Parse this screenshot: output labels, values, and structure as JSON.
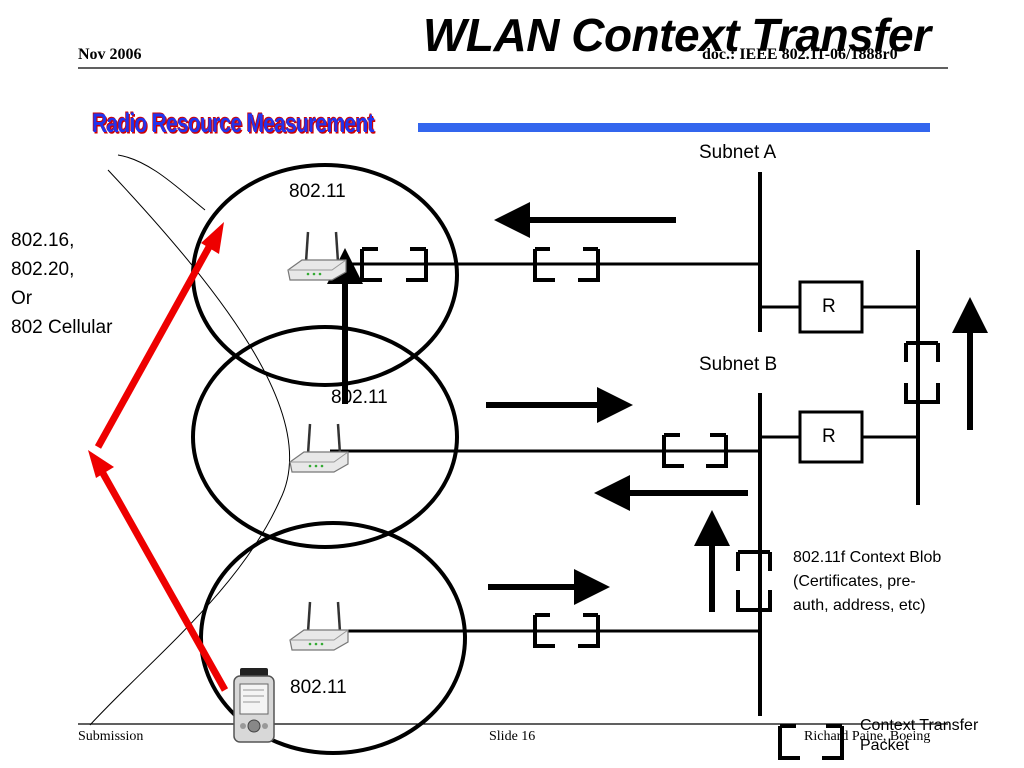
{
  "header": {
    "date": "Nov 2006",
    "doc_id": "doc.: IEEE 802.11-06/1888r0",
    "title": "WLAN Context Transfer",
    "banner": "Radio Resource Measurement"
  },
  "labels": {
    "subnet_a": "Subnet A",
    "subnet_b": "Subnet B",
    "router_top": "R",
    "router_bottom": "R",
    "cell_top": "802.11",
    "cell_mid": "802.11",
    "cell_bottom": "802.11",
    "other_tech": "802.16,\n802.20,\nOr\n802 Cellular",
    "context_blob": "802.11f Context Blob\n(Certificates, pre-\nauth, address, etc)",
    "legend": "Context Transfer\nPacket"
  },
  "footer": {
    "left": "Submission",
    "center": "Slide 16",
    "right": "Richard Paine, Boeing"
  },
  "colors": {
    "banner_blue": "#3366ee",
    "arrow_red": "#ee0000",
    "line": "#000000"
  }
}
